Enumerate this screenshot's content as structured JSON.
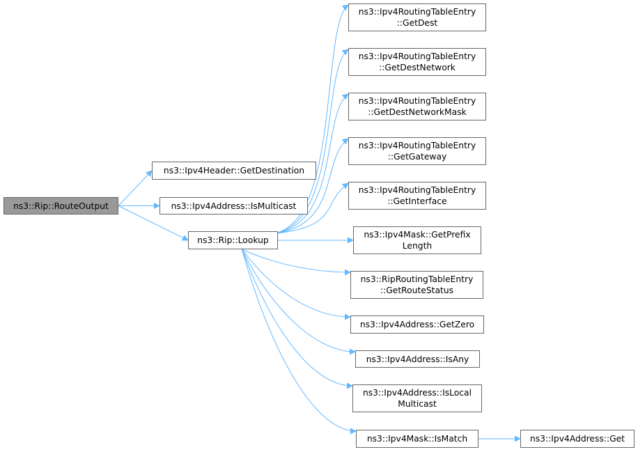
{
  "colors": {
    "edge": "#63b8ff",
    "node_border": "#666666",
    "root_fill": "#999999",
    "node_fill": "#ffffff"
  },
  "nodes": {
    "route_output": {
      "lines": [
        "ns3::Rip::RouteOutput"
      ]
    },
    "get_destination": {
      "lines": [
        "ns3::Ipv4Header::GetDestination"
      ]
    },
    "is_multicast": {
      "lines": [
        "ns3::Ipv4Address::IsMulticast"
      ]
    },
    "lookup": {
      "lines": [
        "ns3::Rip::Lookup"
      ]
    },
    "get_dest": {
      "lines": [
        "ns3::Ipv4RoutingTableEntry",
        "::GetDest"
      ]
    },
    "get_dest_network": {
      "lines": [
        "ns3::Ipv4RoutingTableEntry",
        "::GetDestNetwork"
      ]
    },
    "get_dest_network_mask": {
      "lines": [
        "ns3::Ipv4RoutingTableEntry",
        "::GetDestNetworkMask"
      ]
    },
    "get_gateway": {
      "lines": [
        "ns3::Ipv4RoutingTableEntry",
        "::GetGateway"
      ]
    },
    "get_interface": {
      "lines": [
        "ns3::Ipv4RoutingTableEntry",
        "::GetInterface"
      ]
    },
    "get_prefix_length": {
      "lines": [
        "ns3::Ipv4Mask::GetPrefix",
        "Length"
      ]
    },
    "get_route_status": {
      "lines": [
        "ns3::RipRoutingTableEntry",
        "::GetRouteStatus"
      ]
    },
    "get_zero": {
      "lines": [
        "ns3::Ipv4Address::GetZero"
      ]
    },
    "is_any": {
      "lines": [
        "ns3::Ipv4Address::IsAny"
      ]
    },
    "is_local_multicast": {
      "lines": [
        "ns3::Ipv4Address::IsLocal",
        "Multicast"
      ]
    },
    "is_match": {
      "lines": [
        "ns3::Ipv4Mask::IsMatch"
      ]
    },
    "get": {
      "lines": [
        "ns3::Ipv4Address::Get"
      ]
    }
  },
  "edges": [
    [
      "route_output",
      "get_destination"
    ],
    [
      "route_output",
      "is_multicast"
    ],
    [
      "route_output",
      "lookup"
    ],
    [
      "lookup",
      "get_dest"
    ],
    [
      "lookup",
      "get_dest_network"
    ],
    [
      "lookup",
      "get_dest_network_mask"
    ],
    [
      "lookup",
      "get_gateway"
    ],
    [
      "lookup",
      "get_interface"
    ],
    [
      "lookup",
      "get_prefix_length"
    ],
    [
      "lookup",
      "get_route_status"
    ],
    [
      "lookup",
      "get_zero"
    ],
    [
      "lookup",
      "is_any"
    ],
    [
      "lookup",
      "is_local_multicast"
    ],
    [
      "lookup",
      "is_match"
    ],
    [
      "is_match",
      "get"
    ]
  ]
}
